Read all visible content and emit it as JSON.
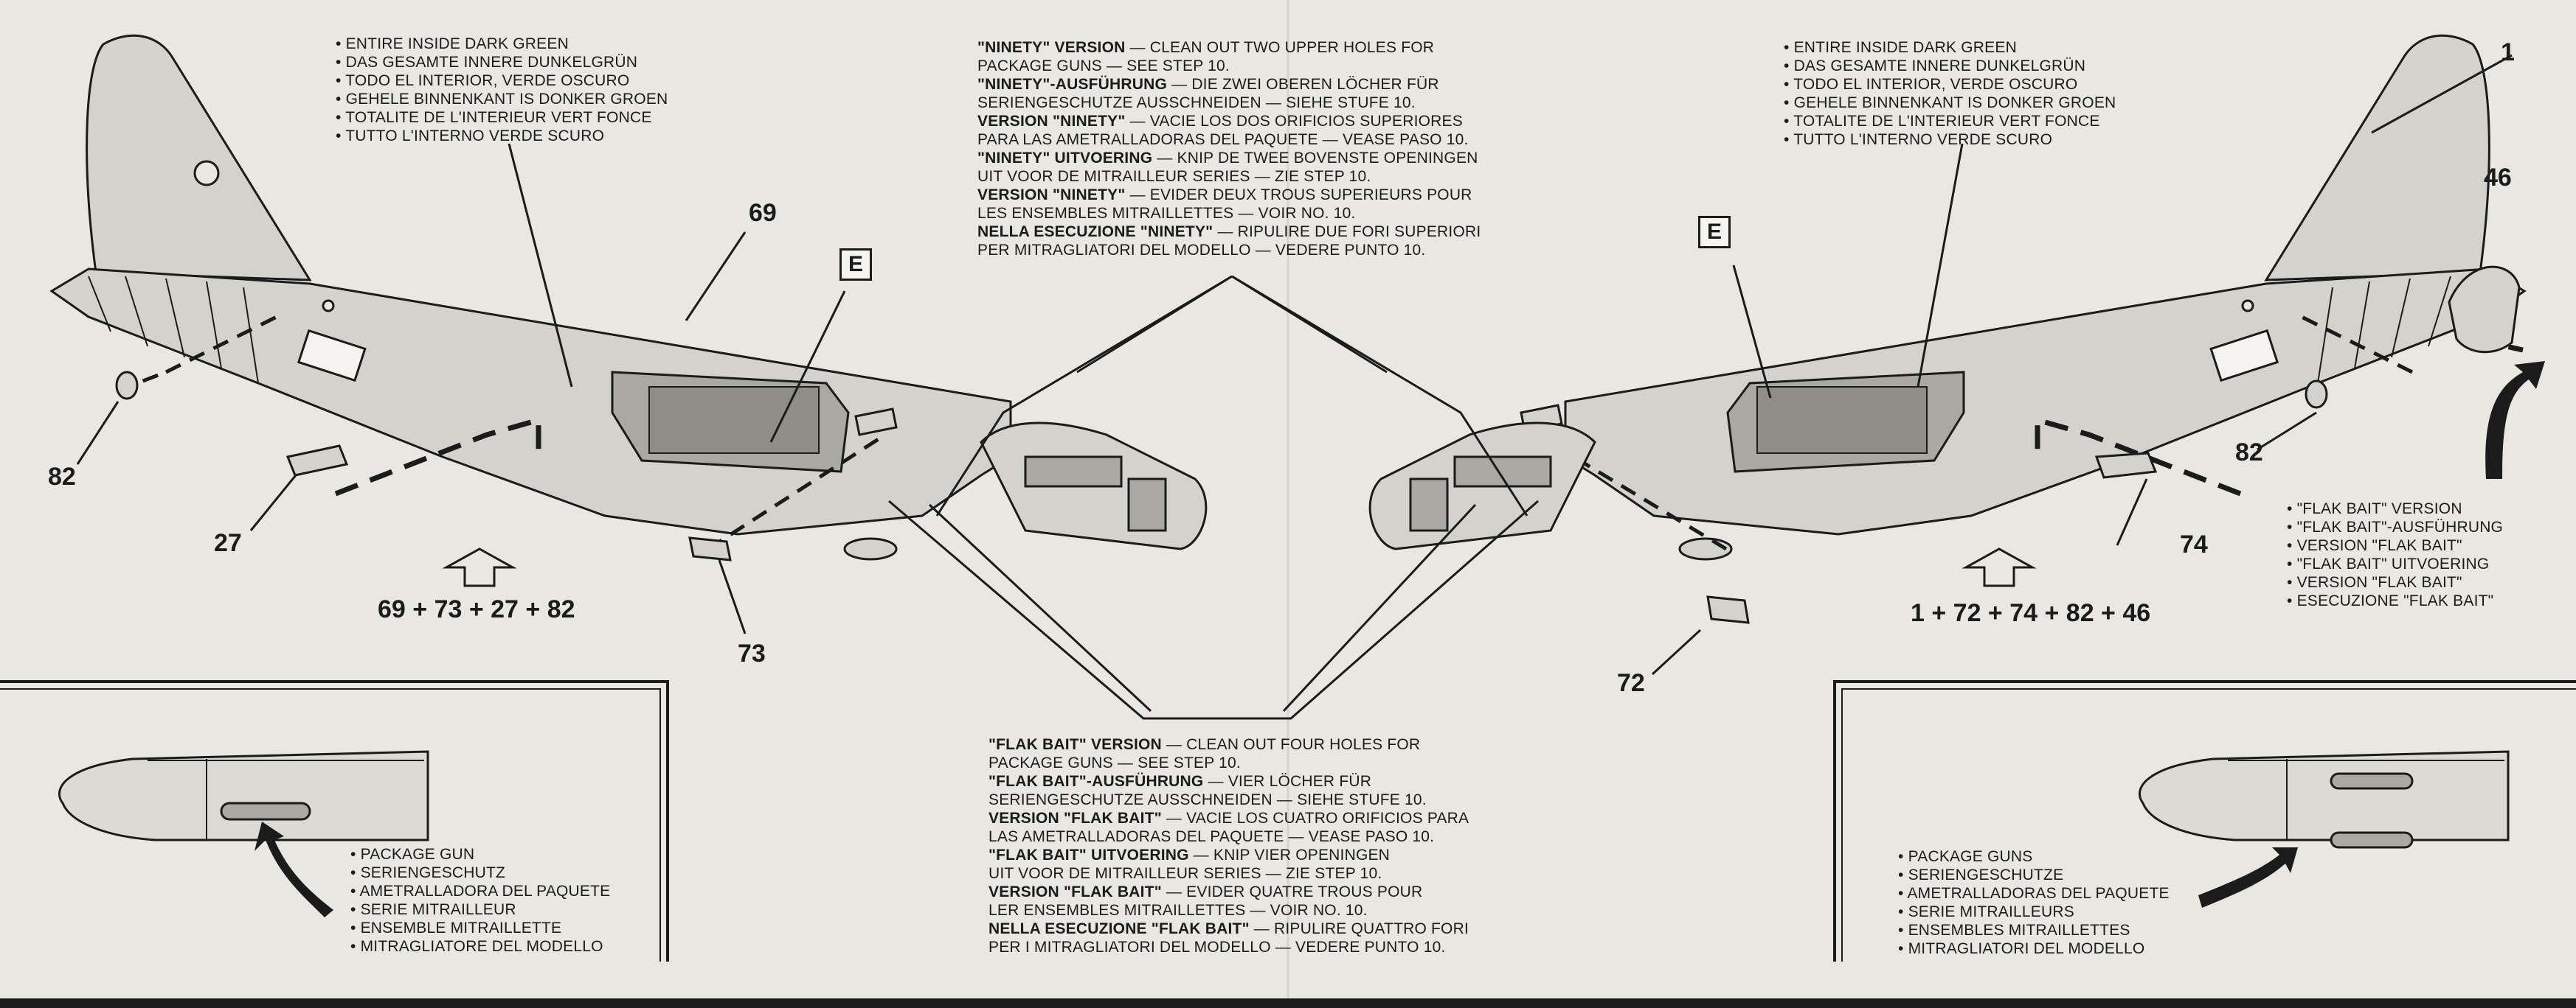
{
  "left_wing": {
    "interior_notes": [
      "ENTIRE INSIDE DARK GREEN",
      "DAS GESAMTE INNERE DUNKELGRÜN",
      "TODO EL INTERIOR, VERDE OSCURO",
      "GEHELE BINNENKANT IS DONKER GROEN",
      "TOTALITE DE L'INTERIEUR VERT FONCE",
      "TUTTO L'INTERNO VERDE SCURO"
    ],
    "parts": {
      "p69": "69",
      "p82": "82",
      "p27": "27",
      "p73": "73"
    },
    "e_box": "E",
    "formula": "69 + 73 + 27 + 82"
  },
  "right_wing": {
    "interior_notes": [
      "ENTIRE INSIDE DARK GREEN",
      "DAS GESAMTE INNERE DUNKELGRÜN",
      "TODO EL INTERIOR, VERDE OSCURO",
      "GEHELE BINNENKANT IS DONKER GROEN",
      "TOTALITE DE L'INTERIEUR VERT FONCE",
      "TUTTO L'INTERNO VERDE SCURO"
    ],
    "parts": {
      "p1": "1",
      "p46": "46",
      "p82": "82",
      "p74": "74",
      "p72": "72"
    },
    "e_box": "E",
    "formula": "1 + 72 + 74 + 82 + 46",
    "flak_bait_versions": [
      "\"FLAK BAIT\" VERSION",
      "\"FLAK BAIT\"-AUSFÜHRUNG",
      "VERSION \"FLAK BAIT\"",
      "\"FLAK BAIT\" UITVOERING",
      "VERSION \"FLAK BAIT\"",
      "ESECUZIONE \"FLAK BAIT\""
    ]
  },
  "ninety_instructions": [
    {
      "label": "\"NINETY\" VERSION",
      "text": " — CLEAN OUT TWO UPPER HOLES FOR"
    },
    {
      "label": "",
      "text": "PACKAGE GUNS — SEE STEP 10."
    },
    {
      "label": "\"NINETY\"-AUSFÜHRUNG",
      "text": " — DIE ZWEI OBEREN LÖCHER FÜR"
    },
    {
      "label": "",
      "text": "SERIENGESCHUTZE AUSSCHNEIDEN — SIEHE STUFE 10."
    },
    {
      "label": "VERSION \"NINETY\"",
      "text": " — VACIE LOS DOS ORIFICIOS SUPERIORES"
    },
    {
      "label": "",
      "text": "PARA LAS AMETRALLADORAS DEL PAQUETE — VEASE PASO 10."
    },
    {
      "label": "\"NINETY\" UITVOERING",
      "text": " — KNIP DE TWEE BOVENSTE OPENINGEN"
    },
    {
      "label": "",
      "text": "UIT VOOR DE MITRAILLEUR SERIES — ZIE STEP 10."
    },
    {
      "label": "VERSION \"NINETY\"",
      "text": " — EVIDER DEUX TROUS SUPERIEURS POUR"
    },
    {
      "label": "",
      "text": "LES ENSEMBLES MITRAILLETTES — VOIR NO. 10."
    },
    {
      "label": "NELLA ESECUZIONE \"NINETY\"",
      "text": " — RIPULIRE DUE FORI SUPERIORI"
    },
    {
      "label": "",
      "text": "PER MITRAGLIATORI DEL MODELLO — VEDERE PUNTO 10."
    }
  ],
  "flak_instructions": [
    {
      "label": "\"FLAK BAIT\" VERSION",
      "text": " — CLEAN OUT FOUR HOLES FOR"
    },
    {
      "label": "",
      "text": "PACKAGE GUNS — SEE STEP 10."
    },
    {
      "label": "\"FLAK BAIT\"-AUSFÜHRUNG",
      "text": " — VIER LÖCHER FÜR"
    },
    {
      "label": "",
      "text": "SERIENGESCHUTZE AUSSCHNEIDEN — SIEHE STUFE 10."
    },
    {
      "label": "VERSION \"FLAK BAIT\"",
      "text": " — VACIE LOS CUATRO ORIFICIOS PARA"
    },
    {
      "label": "",
      "text": "LAS AMETRALLADORAS DEL PAQUETE — VEASE PASO 10."
    },
    {
      "label": "\"FLAK BAIT\" UITVOERING",
      "text": " — KNIP VIER OPENINGEN"
    },
    {
      "label": "",
      "text": "UIT VOOR DE MITRAILLEUR SERIES — ZIE STEP 10."
    },
    {
      "label": "VERSION \"FLAK BAIT\"",
      "text": " — EVIDER QUATRE TROUS POUR"
    },
    {
      "label": "",
      "text": "LER ENSEMBLES MITRAILLETTES — VOIR NO. 10."
    },
    {
      "label": "NELLA ESECUZIONE \"FLAK BAIT\"",
      "text": " — RIPULIRE QUATTRO FORI"
    },
    {
      "label": "",
      "text": "PER I MITRAGLIATORI DEL MODELLO — VEDERE PUNTO 10."
    }
  ],
  "inset_left": {
    "notes": [
      "PACKAGE GUN",
      "SERIENGESCHUTZ",
      "AMETRALLADORA DEL PAQUETE",
      "SERIE MITRAILLEUR",
      "ENSEMBLE MITRAILLETTE",
      "MITRAGLIATORE DEL MODELLO"
    ]
  },
  "inset_right": {
    "notes": [
      "PACKAGE GUNS",
      "SERIENGESCHUTZE",
      "AMETRALLADORAS DEL PAQUETE",
      "SERIE MITRAILLEURS",
      "ENSEMBLES MITRAILLETTES",
      "MITRAGLIATORI DEL MODELLO"
    ]
  },
  "colors": {
    "paper": "#e9e7e2",
    "ink": "#1b1b1b",
    "part_fill": "#d4d2cc"
  }
}
